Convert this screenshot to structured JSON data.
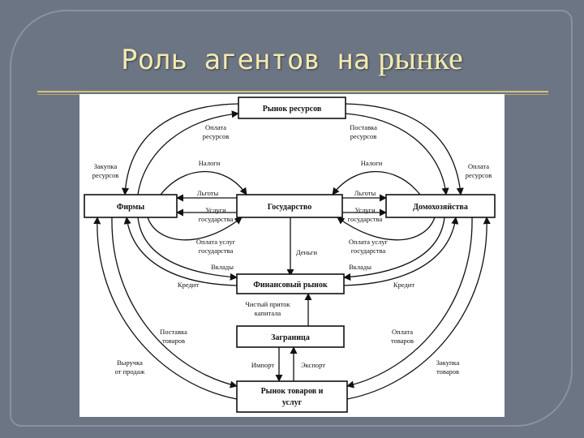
{
  "slide": {
    "title_main": "Роль агентов на",
    "title_tail": "рынке"
  },
  "diagram": {
    "nodes": {
      "resources": "Рынок ресурсов",
      "firms": "Фирмы",
      "state": "Государство",
      "households": "Домохозяйства",
      "financial": "Финансовый рынок",
      "abroad": "Заграница",
      "goods_l1": "Рынок товаров и",
      "goods_l2": "услуг"
    },
    "labels": {
      "pay_res_l_1": "Оплата",
      "pay_res_l_2": "ресурсов",
      "supply_res_1": "Поставка",
      "supply_res_2": "ресурсов",
      "buy_res_1": "Закупка",
      "buy_res_2": "ресурсов",
      "pay_res_r_1": "Оплата",
      "pay_res_r_2": "ресурсов",
      "tax_l": "Налоги",
      "tax_r": "Налоги",
      "benefit_l": "Льготы",
      "benefit_r": "Льготы",
      "services_l_1": "Услуги",
      "services_l_2": "государства",
      "services_r_1": "Услуги",
      "services_r_2": "государства",
      "pay_serv_l_1": "Оплата услуг",
      "pay_serv_l_2": "государства",
      "pay_serv_r_1": "Оплата услуг",
      "pay_serv_r_2": "государства",
      "money": "Деньги",
      "deposits_l": "Вклады",
      "deposits_r": "Вклады",
      "credit_l": "Кредит",
      "credit_r": "Кредит",
      "net_inflow_1": "Чистый приток",
      "net_inflow_2": "капитала",
      "supply_goods_1": "Поставка",
      "supply_goods_2": "товаров",
      "pay_goods_1": "Оплата",
      "pay_goods_2": "товаров",
      "revenue_1": "Выручка",
      "revenue_2": "от продаж",
      "buy_goods_1": "Закупка",
      "buy_goods_2": "товаров",
      "import": "Импорт",
      "export": "Экспорт"
    }
  }
}
